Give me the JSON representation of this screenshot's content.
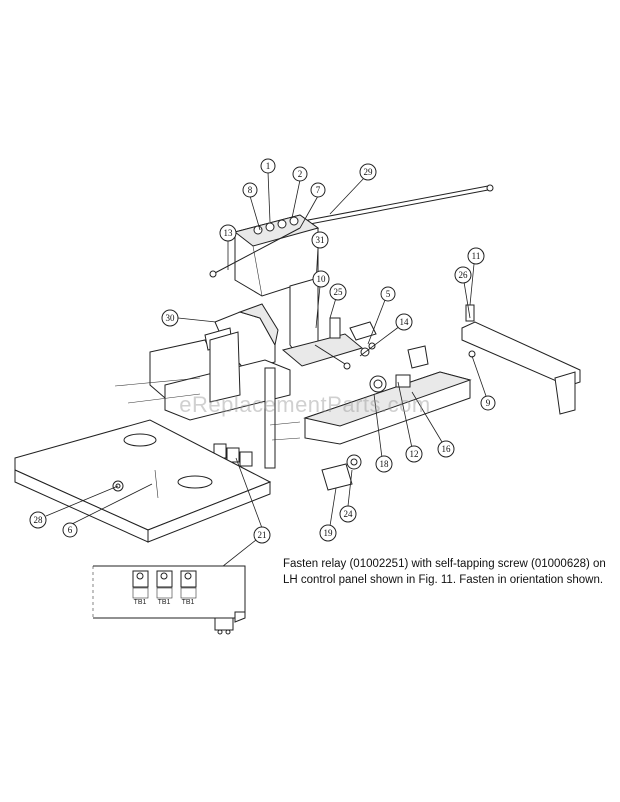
{
  "watermark": "eReplacementParts.com",
  "callouts": [
    "1",
    "2",
    "7",
    "8",
    "29",
    "13",
    "31",
    "10",
    "25",
    "5",
    "30",
    "14",
    "11",
    "26",
    "9",
    "18",
    "12",
    "16",
    "24",
    "19",
    "28",
    "6",
    "21"
  ],
  "note": {
    "text": "Fasten relay (01002251) with self-tapping screw (01000628) on LH control panel shown in Fig. 11. Fasten in orientation shown."
  },
  "inset_labels": [
    "TB1",
    "TB1",
    "TB1"
  ]
}
